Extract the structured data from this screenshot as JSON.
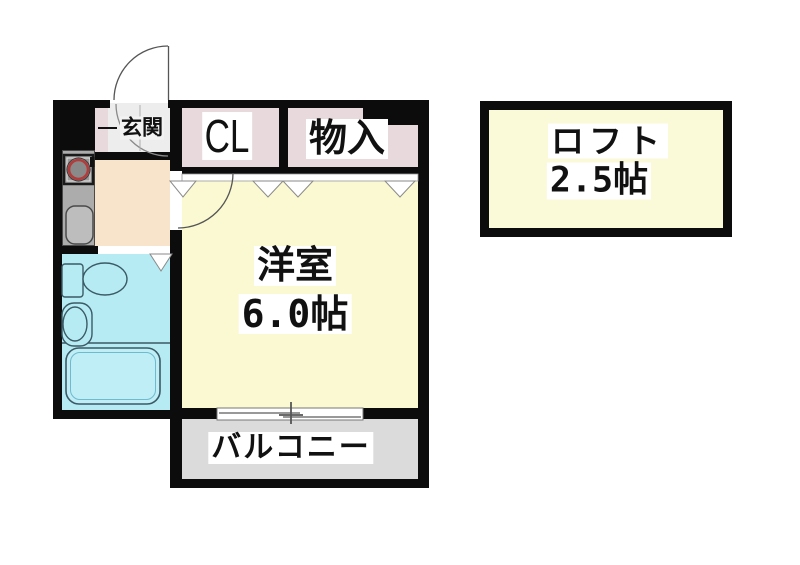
{
  "page": {
    "type": "japanese-apartment-floor-plan"
  },
  "rooms": {
    "entrance": {
      "label": "玄関"
    },
    "closet": {
      "label": "CL"
    },
    "storage": {
      "label": "物入"
    },
    "western_room": {
      "label": "洋室",
      "size": "6.0帖"
    },
    "loft": {
      "label": "ロフト",
      "size": "2.5帖"
    },
    "balcony": {
      "label": "バルコニー"
    }
  },
  "fixtures": [
    "entry-door-swing-icon",
    "room-door-swing-icon",
    "folding-door-icon",
    "stove-burner-icon",
    "kitchen-sink-icon",
    "toilet-icon",
    "wash-basin-icon",
    "bathtub-icon",
    "sliding-window-icon"
  ],
  "colors": {
    "wall": "#0C0C0C",
    "room_yellow": "#FAF9D2",
    "closet_pink": "#E8DADC",
    "kitchen_peach": "#F8E4CB",
    "bath_cyan": "#B7EBF3",
    "balcony_gray": "#DBDBDB",
    "counter_gray": "#ACACAC",
    "genkan_gray": "#EDEDED",
    "burner_red": "#B23B3B",
    "loft_yellow": "#FBFAD8"
  }
}
